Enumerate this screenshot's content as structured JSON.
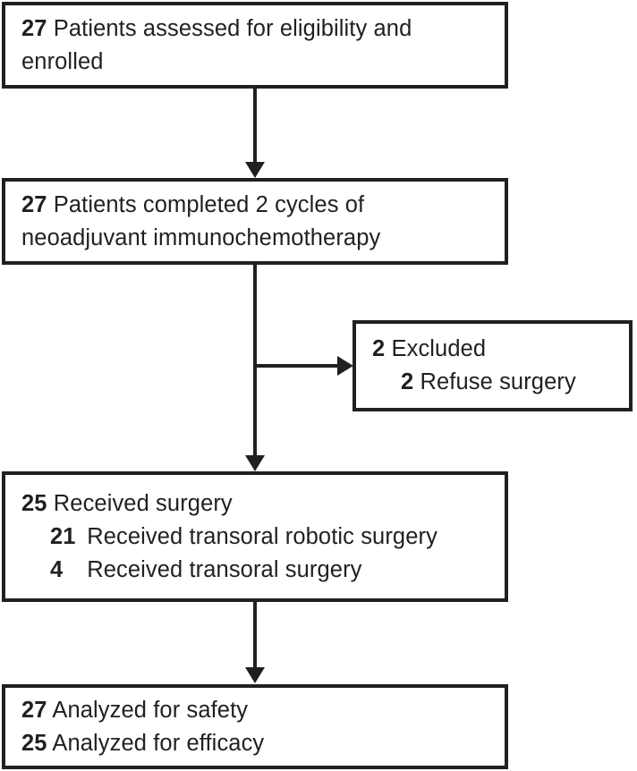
{
  "diagram": {
    "type": "consort-flow-diagram",
    "nodes": [
      {
        "id": "enrollment",
        "lines": [
          {
            "count": "27",
            "text": "Patients assessed for eligibility and"
          },
          {
            "count": "",
            "text": "enrolled"
          }
        ]
      },
      {
        "id": "neoadjuvant",
        "lines": [
          {
            "count": "27",
            "text": "Patients completed 2 cycles of"
          },
          {
            "count": "",
            "text": "neoadjuvant immunochemotherapy"
          }
        ]
      },
      {
        "id": "excluded",
        "lines": [
          {
            "count": "2",
            "text": "Excluded"
          },
          {
            "count": "2",
            "text": "Refuse surgery"
          }
        ]
      },
      {
        "id": "surgery",
        "lines": [
          {
            "count": "25",
            "text": "Received surgery"
          },
          {
            "count": "21",
            "text": "Received transoral robotic surgery"
          },
          {
            "count": "4",
            "text": "Received transoral surgery"
          }
        ]
      },
      {
        "id": "analysis",
        "lines": [
          {
            "count": "27",
            "text": "Analyzed for safety"
          },
          {
            "count": "25",
            "text": "Analyzed for efficacy"
          }
        ]
      }
    ],
    "colors": {
      "stroke": "#231f20",
      "background": "#ffffff",
      "text": "#231f20"
    }
  }
}
